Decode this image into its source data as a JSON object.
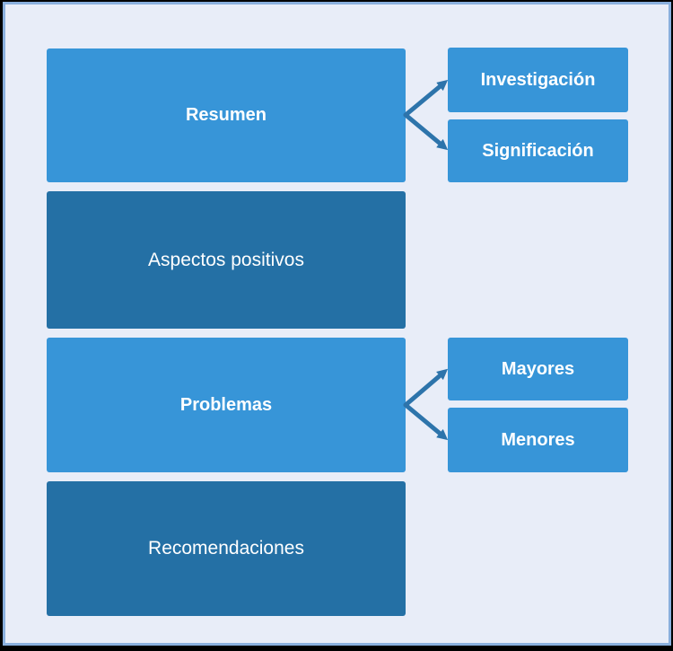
{
  "diagram": {
    "outer_background": "#000000",
    "slide_background": "#E8EDF8",
    "frame_border_color": "#8AB0DE",
    "colors": {
      "light_box": "#3795D8",
      "dark_box": "#2470A5",
      "arrow": "#2D74AB",
      "text": "#FFFFFF"
    },
    "rows": [
      {
        "main": {
          "label": "Resumen",
          "variant": "light",
          "bold": true
        },
        "children": [
          {
            "label": "Investigación"
          },
          {
            "label": "Significación"
          }
        ]
      },
      {
        "main": {
          "label": "Aspectos positivos",
          "variant": "dark",
          "bold": false
        },
        "children": []
      },
      {
        "main": {
          "label": "Problemas",
          "variant": "light",
          "bold": true
        },
        "children": [
          {
            "label": "Mayores"
          },
          {
            "label": "Menores"
          }
        ]
      },
      {
        "main": {
          "label": "Recomendaciones",
          "variant": "dark",
          "bold": false
        },
        "children": []
      }
    ]
  }
}
